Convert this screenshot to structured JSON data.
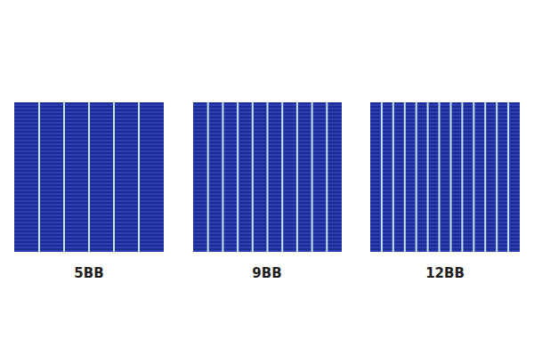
{
  "diagram": {
    "labels": [
      "5BB",
      "9BB",
      "12BB"
    ]
  }
}
